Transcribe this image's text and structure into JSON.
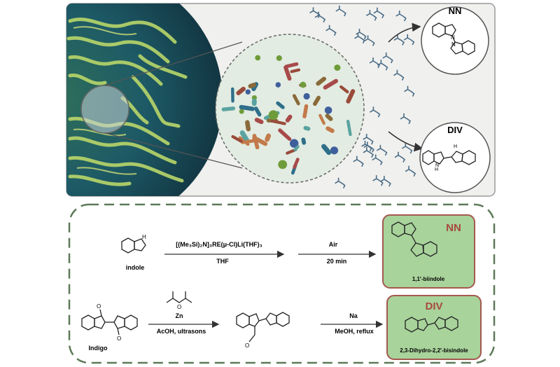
{
  "top_panel": {
    "product_nn_label": "NN",
    "product_div_label": "DIV"
  },
  "scheme": {
    "row1": {
      "reactant": "indole",
      "reagent": "[(Me₃Si)₂N]₃RE(μ-Cl)Li(THF)₃",
      "solvent": "THF",
      "step2_top": "Air",
      "step2_bottom": "20 min",
      "product_badge": "NN",
      "product_name": "1,1′-biindole"
    },
    "row2": {
      "reactant": "Indigo",
      "reagent_top": "Zn",
      "reagent_bottom": "AcOH, ultrasons",
      "step2_top": "Na",
      "step2_bottom": "MeOH, reflux",
      "product_badge": "DIV",
      "product_name": "2,3-Dihydro-2,2′-bisindole"
    }
  },
  "colors": {
    "dash_border": "#5d7a58",
    "product_box_fill": "#a8d39b",
    "product_box_border": "#a5584f",
    "badge_text": "#a8483e",
    "top_panel_fill": "#f0f0ee",
    "cell_fill": "#e2ece2"
  }
}
